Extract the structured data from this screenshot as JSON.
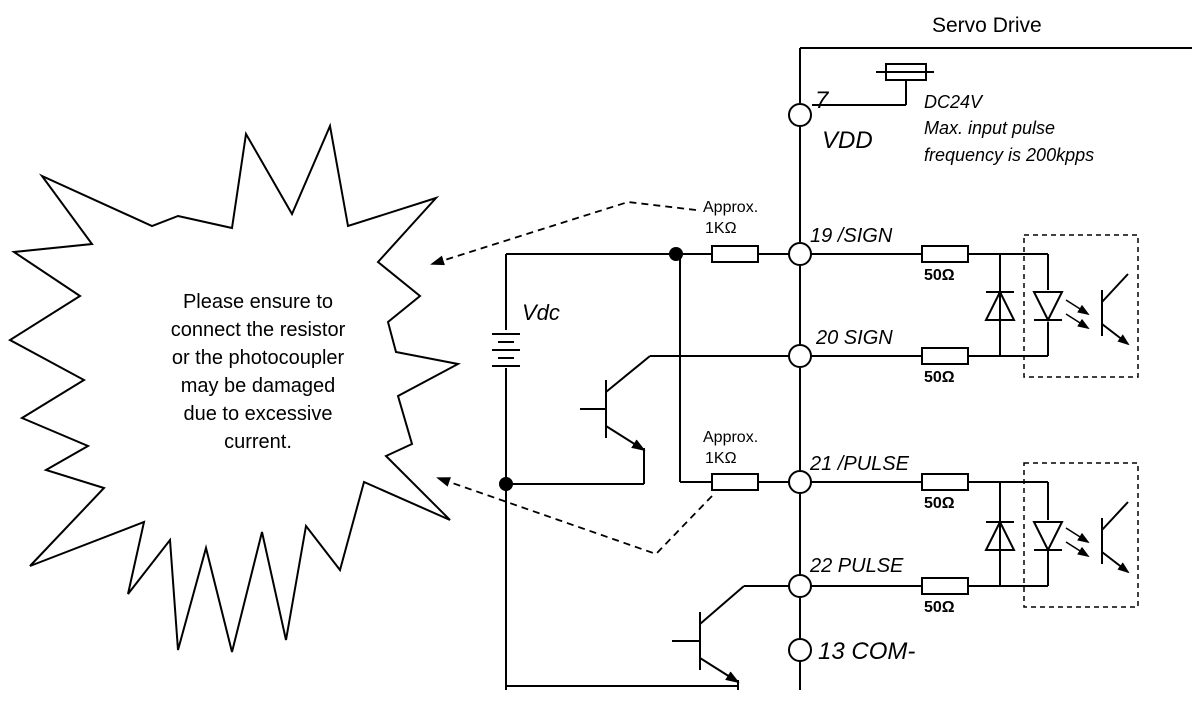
{
  "drive": {
    "title": "Servo Drive"
  },
  "power": {
    "pin": "7",
    "name": "VDD",
    "voltage": "DC24V",
    "note_line1": "Max. input pulse",
    "note_line2": "frequency is 200kpps"
  },
  "external": {
    "supply": "Vdc"
  },
  "resistors": {
    "approx": "Approx.",
    "value": "1KΩ",
    "internal": "50Ω"
  },
  "pins": [
    {
      "id": "19 /SIGN"
    },
    {
      "id": "20 SIGN"
    },
    {
      "id": "21 /PULSE"
    },
    {
      "id": "22 PULSE"
    },
    {
      "id": "13 COM-"
    }
  ],
  "callout": {
    "lines": [
      "Please ensure to",
      "connect the resistor",
      "or the photocoupler",
      "may be damaged",
      "due to excessive",
      "current."
    ]
  }
}
